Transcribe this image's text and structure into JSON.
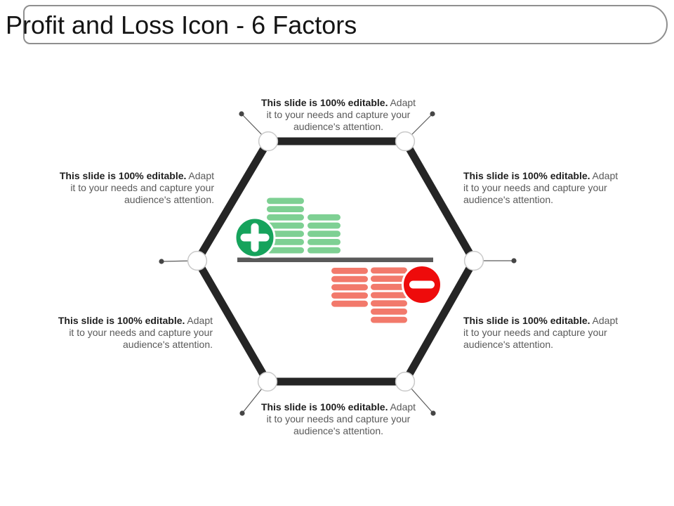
{
  "title": {
    "text": "Profit and Loss Icon - 6 Factors"
  },
  "factors": [
    {
      "position": "top-center",
      "highlight": "This slide is 100% editable.",
      "body": "Adapt it to your needs and capture your audience's attention."
    },
    {
      "position": "upper-left",
      "highlight": "This slide is 100% editable.",
      "body": "Adapt it to your needs and capture your audience's attention."
    },
    {
      "position": "upper-right",
      "highlight": "This slide is 100% editable.",
      "body": "Adapt it to your needs and capture your audience's attention."
    },
    {
      "position": "lower-left",
      "highlight": "This slide is 100% editable.",
      "body": "Adapt it to your needs and capture your audience's attention."
    },
    {
      "position": "lower-right",
      "highlight": "This slide is 100% editable.",
      "body": "Adapt it to your needs and capture your audience's attention."
    },
    {
      "position": "bottom-center",
      "highlight": "This slide is 100% editable.",
      "body": "Adapt it to your needs and capture your audience's attention."
    }
  ],
  "center_graphic": {
    "plus_icon": "plus-in-green-circle",
    "minus_icon": "minus-in-red-circle",
    "profit_bar_rows": [
      7,
      5
    ],
    "loss_bar_rows": [
      5,
      7
    ]
  },
  "colors": {
    "profit_green": "#16a35c",
    "profit_bar_green": "#7ed093",
    "loss_red": "#ee0b0b",
    "loss_bar_red": "#f2796b",
    "hexagon_stroke": "#252525",
    "divider_gray": "#595959",
    "node_border": "#c9c9c9",
    "connector_gray": "#5a5a5a",
    "title_border": "#8f8f8f",
    "text_highlight": "#1f1f1f",
    "text_body": "#595959"
  }
}
